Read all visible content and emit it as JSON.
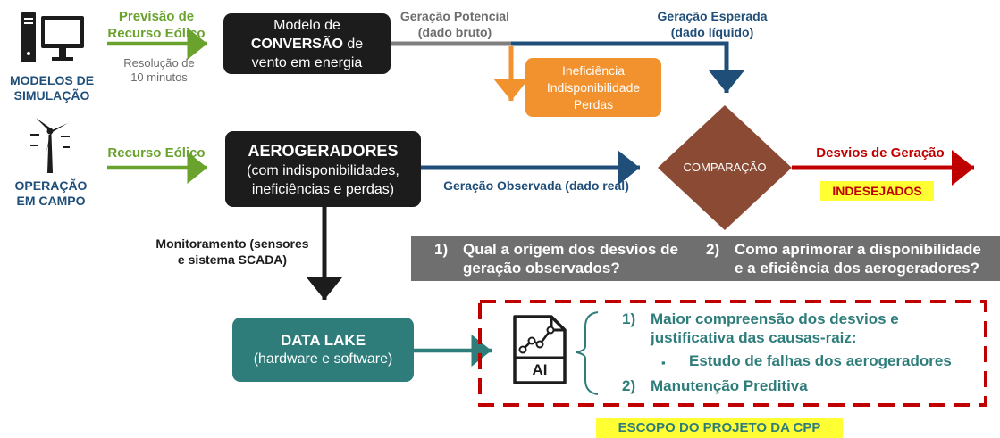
{
  "sources": {
    "sim": {
      "label_line1": "MODELOS DE",
      "label_line2": "SIMULAÇÃO",
      "icon": "computer-icon"
    },
    "field": {
      "label_line1": "OPERAÇÃO",
      "label_line2": "EM CAMPO",
      "icon": "wind-turbine-icon"
    }
  },
  "arrows": {
    "forecast_line1": "Previsão de",
    "forecast_line2": "Recurso Eólico",
    "resolution_line1": "Resolução de",
    "resolution_line2": "10 minutos",
    "wind_resource": "Recurso Eólico",
    "potential_line1": "Geração Potencial",
    "potential_line2": "(dado bruto)",
    "expected_line1": "Geração Esperada",
    "expected_line2": "(dado líquido)",
    "observed": "Geração Observada (dado real)",
    "monitoring_line1": "Monitoramento (sensores",
    "monitoring_line2": "e sistema SCADA)",
    "deviations": "Desvios de Geração"
  },
  "boxes": {
    "model_line1": "Modelo de",
    "model_bold": "CONVERSÃO",
    "model_suffix": " de",
    "model_line3": "vento em energia",
    "turbines_title": "AEROGERADORES",
    "turbines_line2": "(com indisponibilidades,",
    "turbines_line3": "ineficiências e perdas)",
    "losses_line1": "Ineficiência",
    "losses_line2": "Indisponibilidade",
    "losses_line3": "Perdas",
    "comparison": "COMPARAÇÃO",
    "datalake_title": "DATA LAKE",
    "datalake_line2": "(hardware e software)"
  },
  "badges": {
    "undesired": "INDESEJADOS",
    "scope": "ESCOPO DO PROJETO DA CPP"
  },
  "questions": [
    {
      "number": "1)",
      "line1": "Qual a origem dos desvios de",
      "line2": "geração observados?"
    },
    {
      "number": "2)",
      "line1": "Como aprimorar a disponibilidade",
      "line2": "e a eficiência dos aerogeradores?"
    }
  ],
  "scope_items": {
    "item1_number": "1)",
    "item1_line1": "Maior compreensão dos desvios e",
    "item1_line2": "justificativa das causas-raiz:",
    "bullet": "▪",
    "subitem": "Estudo de falhas dos aerogeradores",
    "item2_number": "2)",
    "item2_text": "Manutenção Preditiva"
  },
  "ai_icon": {
    "label": "AI",
    "icon": "ai-document-icon"
  },
  "colors": {
    "green": "#6aa22e",
    "blue": "#1f4e79",
    "grey": "#6d6d6d",
    "orange": "#f2922e",
    "brown": "#8b4a34",
    "red": "#c00000",
    "teal": "#2e7d7b",
    "yellow": "#ffff33",
    "black": "#1c1c1c"
  }
}
